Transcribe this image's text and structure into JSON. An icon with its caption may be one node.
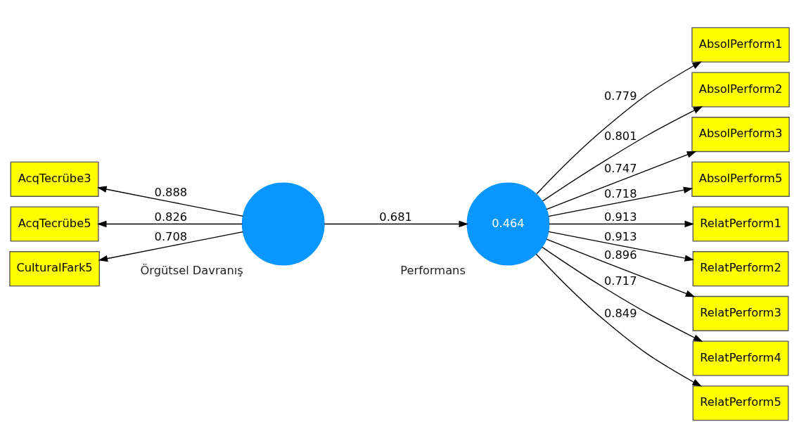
{
  "diagram": {
    "nodes": [
      {
        "text": [
          "AcqTecrübe3"
        ]
      },
      {
        "text": [
          "AcqTecrübe5"
        ]
      },
      {
        "text": [
          "CulturalFark5"
        ]
      },
      {
        "text": [
          "Örgütsel Davranış"
        ]
      },
      {
        "text": [
          "0.464",
          "Performans"
        ]
      },
      {
        "text": [
          "AbsolPerform1"
        ]
      },
      {
        "text": [
          "AbsolPerform2"
        ]
      },
      {
        "text": [
          "AbsolPerform3"
        ]
      },
      {
        "text": [
          "AbsolPerform5"
        ]
      },
      {
        "text": [
          "RelatPerform1"
        ]
      },
      {
        "text": [
          "RelatPerform2"
        ]
      },
      {
        "text": [
          "RelatPerform3"
        ]
      },
      {
        "text": [
          "RelatPerform4"
        ]
      },
      {
        "text": [
          "RelatPerform5"
        ]
      }
    ],
    "edges": [
      {
        "from": 3,
        "to": 0,
        "arrow": "to",
        "label": "0.888"
      },
      {
        "from": 3,
        "to": 1,
        "arrow": "to",
        "label": "0.826"
      },
      {
        "from": 3,
        "to": 2,
        "arrow": "to",
        "label": "0.708"
      },
      {
        "from": 3,
        "to": 4,
        "arrow": "to",
        "label": "0.681"
      },
      {
        "from": 4,
        "to": 5,
        "arrow": "to",
        "label": "0.779"
      },
      {
        "from": 4,
        "to": 6,
        "arrow": "to",
        "label": "0.801"
      },
      {
        "from": 4,
        "to": 7,
        "arrow": "to",
        "label": "0.747"
      },
      {
        "from": 4,
        "to": 8,
        "arrow": "to",
        "label": "0.718"
      },
      {
        "from": 4,
        "to": 9,
        "arrow": "to",
        "label": "0.913"
      },
      {
        "from": 4,
        "to": 10,
        "arrow": "to",
        "label": "0.913"
      },
      {
        "from": 4,
        "to": 11,
        "arrow": "to",
        "label": "0.896"
      },
      {
        "from": 4,
        "to": 12,
        "arrow": "to",
        "label": "0.717"
      },
      {
        "from": 4,
        "to": 13,
        "arrow": "to",
        "label": "0.849"
      }
    ]
  }
}
